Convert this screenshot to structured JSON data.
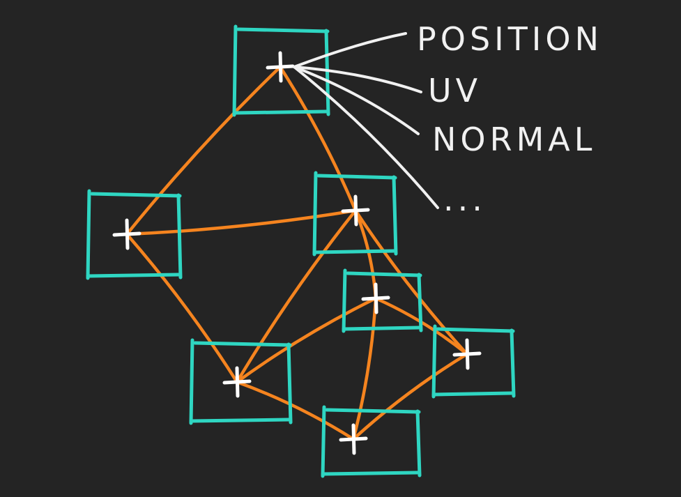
{
  "colors": {
    "background": "#242424",
    "vertex_box": "#2fd6c2",
    "edge": "#f5841f",
    "marker": "#ffffff",
    "annotation": "#f1f1f1"
  },
  "vertices": [
    {
      "id": "v-top",
      "marker": "plus"
    },
    {
      "id": "v-left",
      "marker": "plus"
    },
    {
      "id": "v-mid-right",
      "marker": "plus"
    },
    {
      "id": "v-center",
      "marker": "plus"
    },
    {
      "id": "v-far-right",
      "marker": "plus"
    },
    {
      "id": "v-bottom-left",
      "marker": "plus"
    },
    {
      "id": "v-bottom",
      "marker": "plus"
    }
  ],
  "edges": [
    [
      "v-top",
      "v-left"
    ],
    [
      "v-top",
      "v-mid-right"
    ],
    [
      "v-left",
      "v-mid-right"
    ],
    [
      "v-left",
      "v-bottom-left"
    ],
    [
      "v-mid-right",
      "v-bottom-left"
    ],
    [
      "v-mid-right",
      "v-center"
    ],
    [
      "v-mid-right",
      "v-far-right"
    ],
    [
      "v-center",
      "v-far-right"
    ],
    [
      "v-center",
      "v-bottom-left"
    ],
    [
      "v-center",
      "v-bottom"
    ],
    [
      "v-far-right",
      "v-bottom"
    ],
    [
      "v-bottom-left",
      "v-bottom"
    ]
  ],
  "attributes": {
    "source_vertex": "v-top",
    "labels": [
      "POSITION",
      "UV",
      "NORMAL",
      "..."
    ]
  }
}
